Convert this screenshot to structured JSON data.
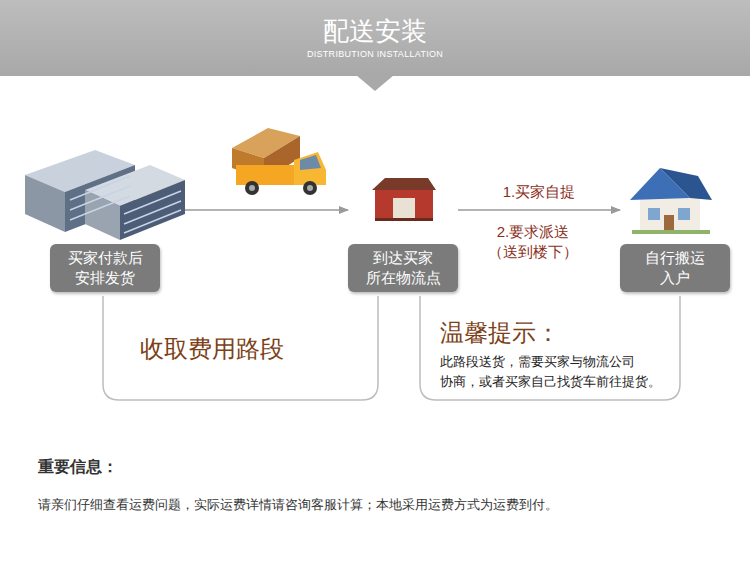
{
  "diagram": {
    "title": "配送安装",
    "nodes": [
      {
        "text": [
          "买家付款后 安排发货"
        ]
      },
      {
        "text": [
          "到达买家 所在物流点"
        ]
      },
      {
        "text": [
          "自行搬运 入户"
        ]
      }
    ],
    "edges": [
      {
        "from": 0,
        "to": 1,
        "arrow": "to"
      },
      {
        "from": 1,
        "to": 2,
        "arrow": "to",
        "label": "1.买家自提"
      }
    ],
    "labels": [
      "DISTRIBUTION INSTALLATION",
      "2.要求派送 （送到楼下）",
      "收取费用路段",
      "温馨提示：",
      "此路段送货，需要买家与物流公司 协商，或者买家自己找货车前往提货。",
      "重要信息：",
      "请亲们仔细查看运费问题，实际运费详情请咨询客服计算；本地采用运费方式为运费到付。"
    ]
  }
}
